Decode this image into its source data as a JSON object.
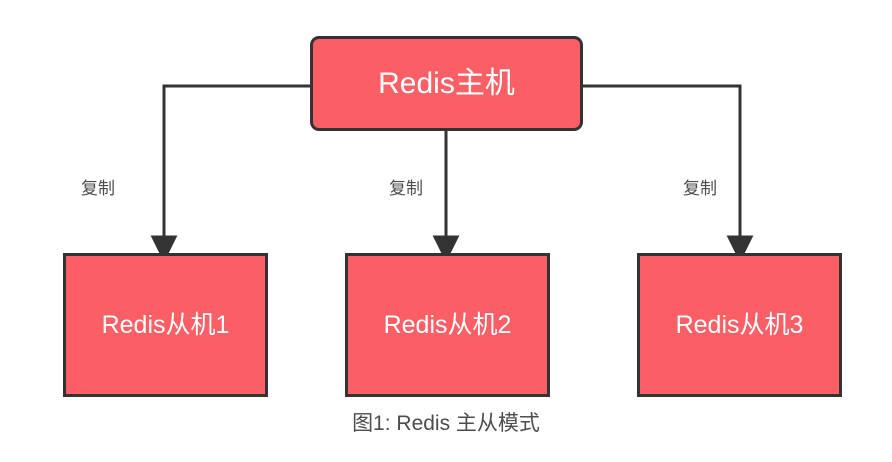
{
  "diagram": {
    "caption": "图1: Redis 主从模式",
    "colors": {
      "node_fill": "#fa5f66",
      "node_border": "#333333",
      "node_text": "#ffffff",
      "edge_stroke": "#333333",
      "label_text": "#4d4d4d",
      "background": "#ffffff"
    },
    "master": {
      "label": "Redis主机"
    },
    "slaves": [
      {
        "label": "Redis从机1"
      },
      {
        "label": "Redis从机2"
      },
      {
        "label": "Redis从机3"
      }
    ],
    "edges": [
      {
        "label": "复制",
        "from": "Redis主机",
        "to": "Redis从机1"
      },
      {
        "label": "复制",
        "from": "Redis主机",
        "to": "Redis从机2"
      },
      {
        "label": "复制",
        "from": "Redis主机",
        "to": "Redis从机3"
      }
    ]
  }
}
